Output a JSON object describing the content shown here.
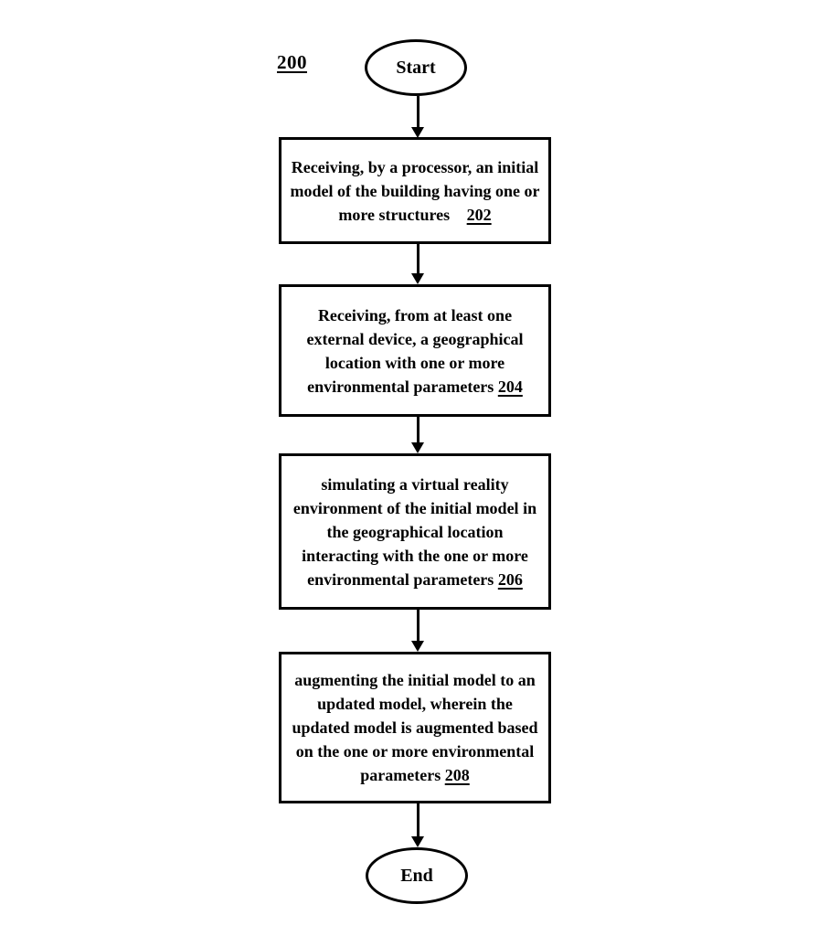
{
  "diagram": {
    "figure_label": "200",
    "start_label": "Start",
    "end_label": "End",
    "steps": [
      {
        "text": "Receiving, by a processor, an initial model of the building having one or more structures",
        "ref": "202"
      },
      {
        "text": "Receiving, from at least one external device, a geographical location with one or more environmental parameters",
        "ref": "204"
      },
      {
        "text": "simulating a virtual reality environment of the initial model in the geographical location interacting with the one or more environmental parameters",
        "ref": "206"
      },
      {
        "text": "augmenting the initial model to an updated model, wherein the updated model is augmented based on the one or more environmental parameters",
        "ref": "208"
      }
    ],
    "colors": {
      "line": "#000000",
      "background": "#ffffff"
    }
  }
}
